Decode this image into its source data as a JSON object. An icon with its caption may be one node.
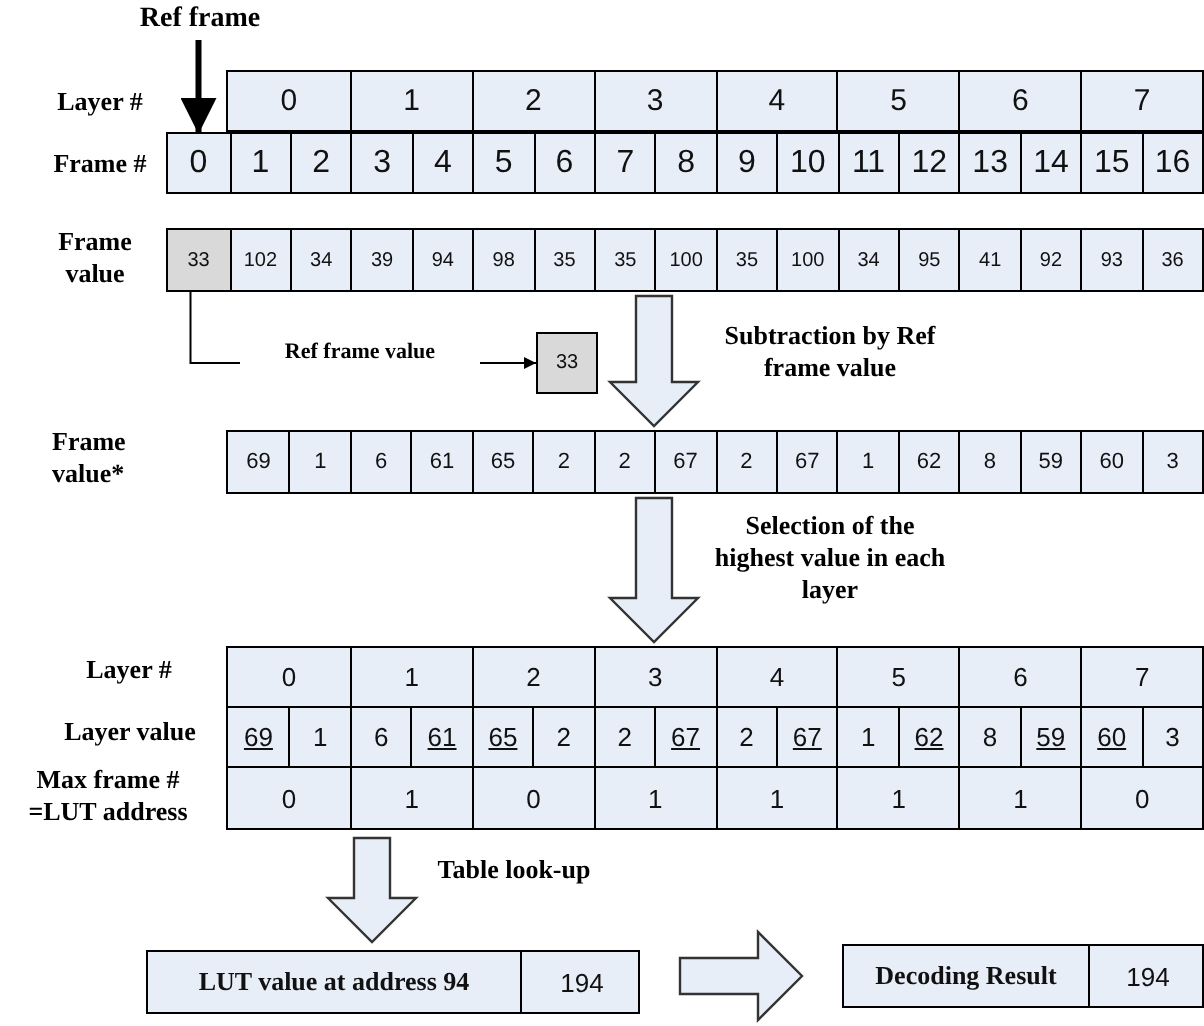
{
  "diagram": {
    "nodes": [
      {
        "text": [
          "Ref frame"
        ]
      },
      {
        "text": [
          "0",
          "1",
          "2",
          "3",
          "4",
          "5",
          "6",
          "7"
        ]
      },
      {
        "text": [
          "1",
          "2",
          "3",
          "4",
          "5",
          "6",
          "7",
          "8",
          "9",
          "10",
          "11",
          "12",
          "13",
          "14",
          "15",
          "16"
        ]
      },
      {
        "text": [
          "0"
        ],
        "in": 2
      },
      {
        "text": [
          "102",
          "34",
          "39",
          "94",
          "98",
          "35",
          "35",
          "100",
          "35",
          "100",
          "34",
          "95",
          "41",
          "92",
          "93",
          "36"
        ]
      },
      {
        "text": [
          "33"
        ],
        "in": 4
      },
      {
        "text": [
          "33"
        ]
      },
      {
        "text": [
          "69",
          "1",
          "6",
          "61",
          "65",
          "2",
          "2",
          "67",
          "2",
          "67",
          "1",
          "62",
          "8",
          "59",
          "60",
          "3"
        ]
      },
      {
        "text": [
          "0",
          "1",
          "2",
          "3",
          "4",
          "5",
          "6",
          "7"
        ]
      },
      {
        "text": [
          "69",
          "1",
          "6",
          "61",
          "65",
          "2",
          "2",
          "67",
          "2",
          "67",
          "1",
          "62",
          "8",
          "59",
          "60",
          "3"
        ]
      },
      {
        "text": [
          "0",
          "1",
          "0",
          "1",
          "1",
          "1",
          "1",
          "0"
        ]
      },
      {
        "text": [
          "LUT value at address 94",
          "194"
        ]
      },
      {
        "text": [
          "Decoding Result",
          "194"
        ]
      }
    ],
    "edges": [
      {
        "from": 0,
        "to": 3,
        "arrow": "to",
        "style": "thick"
      },
      {
        "from": 5,
        "to": 6,
        "arrow": "to",
        "label": "Ref frame value"
      },
      {
        "from": 4,
        "to": 7,
        "arrow": "to",
        "label": "Subtraction by Ref frame value"
      },
      {
        "from": 7,
        "to": 8,
        "arrow": "to",
        "label": "Selection of the highest value in each layer"
      },
      {
        "from": 10,
        "to": 11,
        "arrow": "to",
        "label": "Table look-up"
      },
      {
        "from": 11,
        "to": 12,
        "arrow": "to"
      }
    ],
    "labels": [
      "Layer #",
      "Frame #",
      "Frame value",
      "Frame value*",
      "Layer #",
      "Layer value",
      "Max frame # =LUT address"
    ]
  }
}
